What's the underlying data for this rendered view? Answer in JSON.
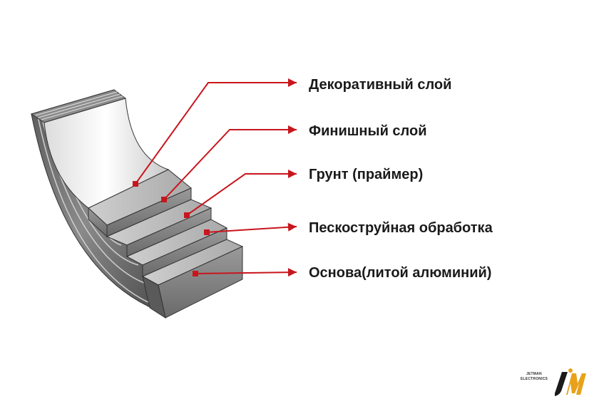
{
  "layers": [
    {
      "label": "Декоративный слой"
    },
    {
      "label": "Финишный слой"
    },
    {
      "label": "Грунт (праймер)"
    },
    {
      "label": "Пескоструйная обработка"
    },
    {
      "label": "Основа(литой алюминий)"
    }
  ],
  "logo": {
    "line1": "JETMAN",
    "line2": "ELECTRONICS"
  },
  "colors": {
    "arrow": "#c8161d",
    "text": "#1a1a1a",
    "layer_edge": "#3a3a3a"
  }
}
